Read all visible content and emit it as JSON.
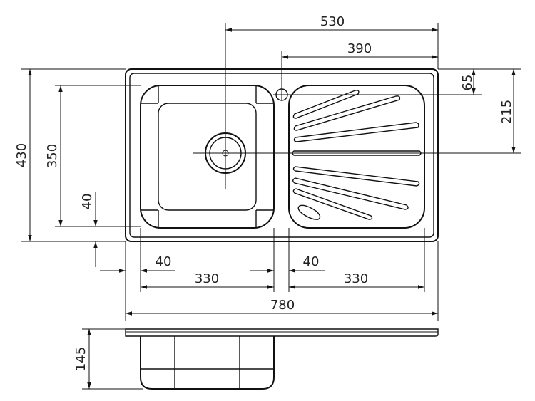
{
  "diagram": {
    "dimensions": {
      "top_530": "530",
      "top_390": "390",
      "right_65": "65",
      "right_215": "215",
      "left_430": "430",
      "left_350": "350",
      "left_40": "40",
      "bottom_40_left": "40",
      "bottom_330_left": "330",
      "bottom_40_right": "40",
      "bottom_330_right": "330",
      "overall_780": "780",
      "depth_145": "145"
    }
  }
}
